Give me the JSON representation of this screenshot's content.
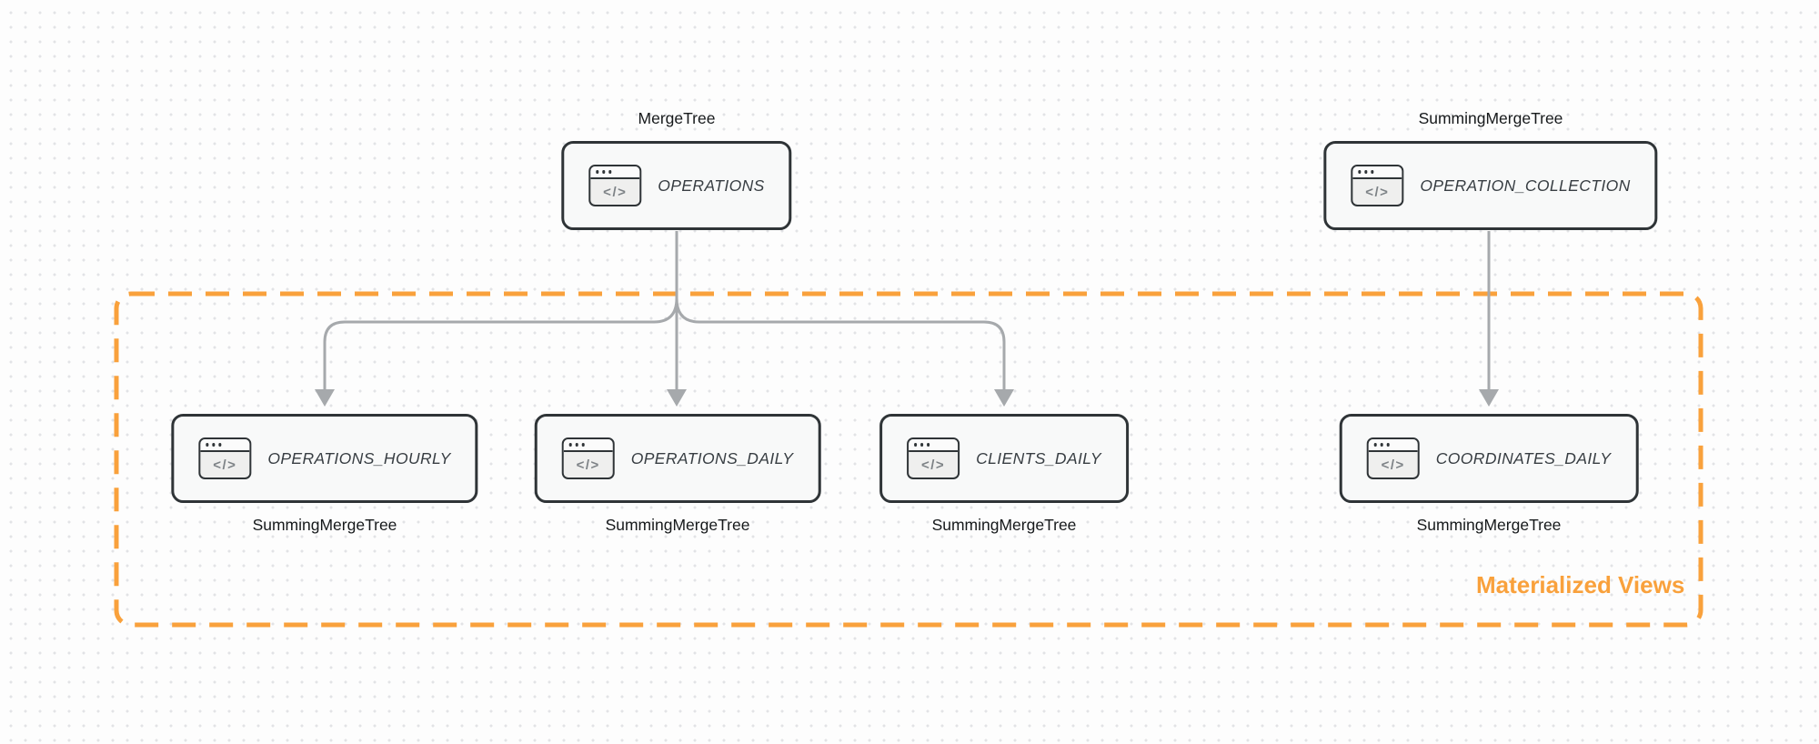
{
  "diagram": {
    "group": {
      "label": "Materialized Views",
      "border_color": "#F9A13C"
    },
    "nodes": [
      {
        "id": "operations",
        "engine": "MergeTree",
        "table": "OPERATIONS"
      },
      {
        "id": "operation_collection",
        "engine": "SummingMergeTree",
        "table": "OPERATION_COLLECTION"
      },
      {
        "id": "operations_hourly",
        "engine": "SummingMergeTree",
        "table": "OPERATIONS_HOURLY"
      },
      {
        "id": "operations_daily",
        "engine": "SummingMergeTree",
        "table": "OPERATIONS_DAILY"
      },
      {
        "id": "clients_daily",
        "engine": "SummingMergeTree",
        "table": "CLIENTS_DAILY"
      },
      {
        "id": "coordinates_daily",
        "engine": "SummingMergeTree",
        "table": "COORDINATES_DAILY"
      }
    ],
    "edges": [
      {
        "from": "OPERATIONS",
        "to": "OPERATIONS_HOURLY"
      },
      {
        "from": "OPERATIONS",
        "to": "OPERATIONS_DAILY"
      },
      {
        "from": "OPERATIONS",
        "to": "CLIENTS_DAILY"
      },
      {
        "from": "OPERATION_COLLECTION",
        "to": "COORDINATES_DAILY"
      }
    ],
    "icon": {
      "name": "code-window-icon",
      "glyph": "</>"
    },
    "colors": {
      "accent_orange": "#F9A13C",
      "connector_gray": "#A6A9AC",
      "node_border": "#2F3437",
      "node_background": "#F8F9F9"
    }
  }
}
